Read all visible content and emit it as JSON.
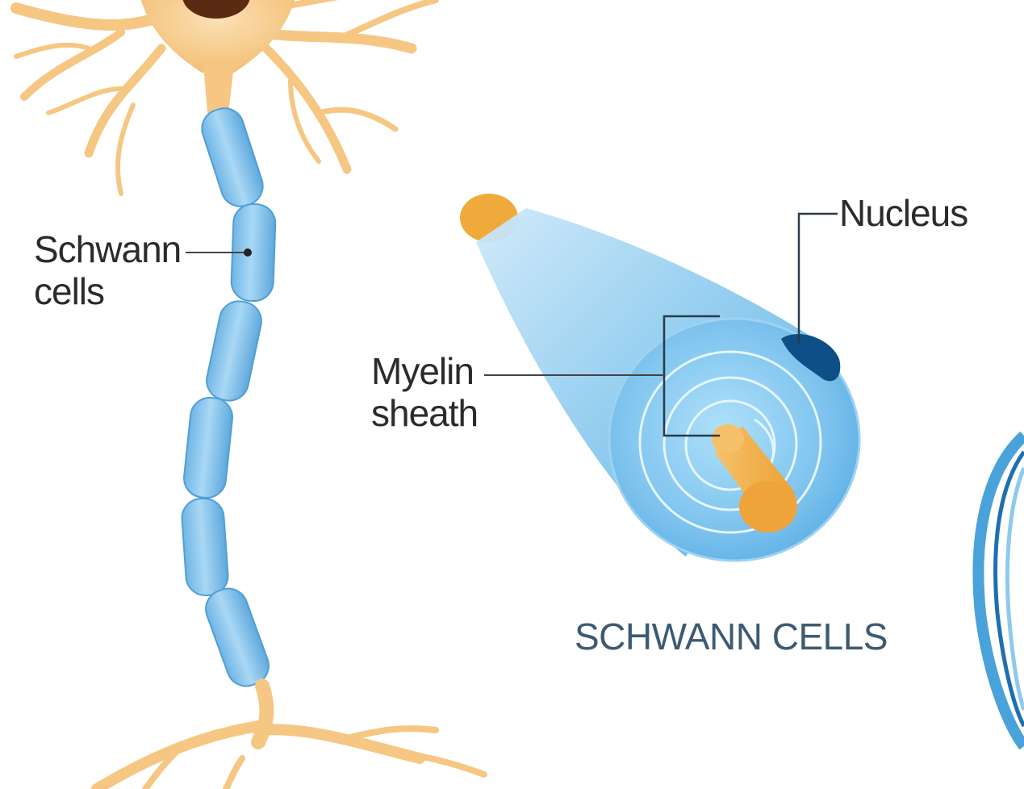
{
  "labels": {
    "schwann_line1": "Schwann",
    "schwann_line2": "cells",
    "myelin_line1": "Myelin",
    "myelin_line2": "sheath",
    "nucleus": "Nucleus"
  },
  "title": "SCHWANN CELLS",
  "colors": {
    "neuron": "#f6c783",
    "neuron_dark": "#efb25a",
    "nucleus_body": "#5a2a12",
    "myelin": "#8ec9ee",
    "myelin_dark": "#4aa2db",
    "myelin_deep": "#1f6fb0",
    "axon": "#f0aa3c",
    "cell_nucleus": "#0d4f86",
    "text": "#2b2b2b",
    "title": "#3d5a72"
  }
}
